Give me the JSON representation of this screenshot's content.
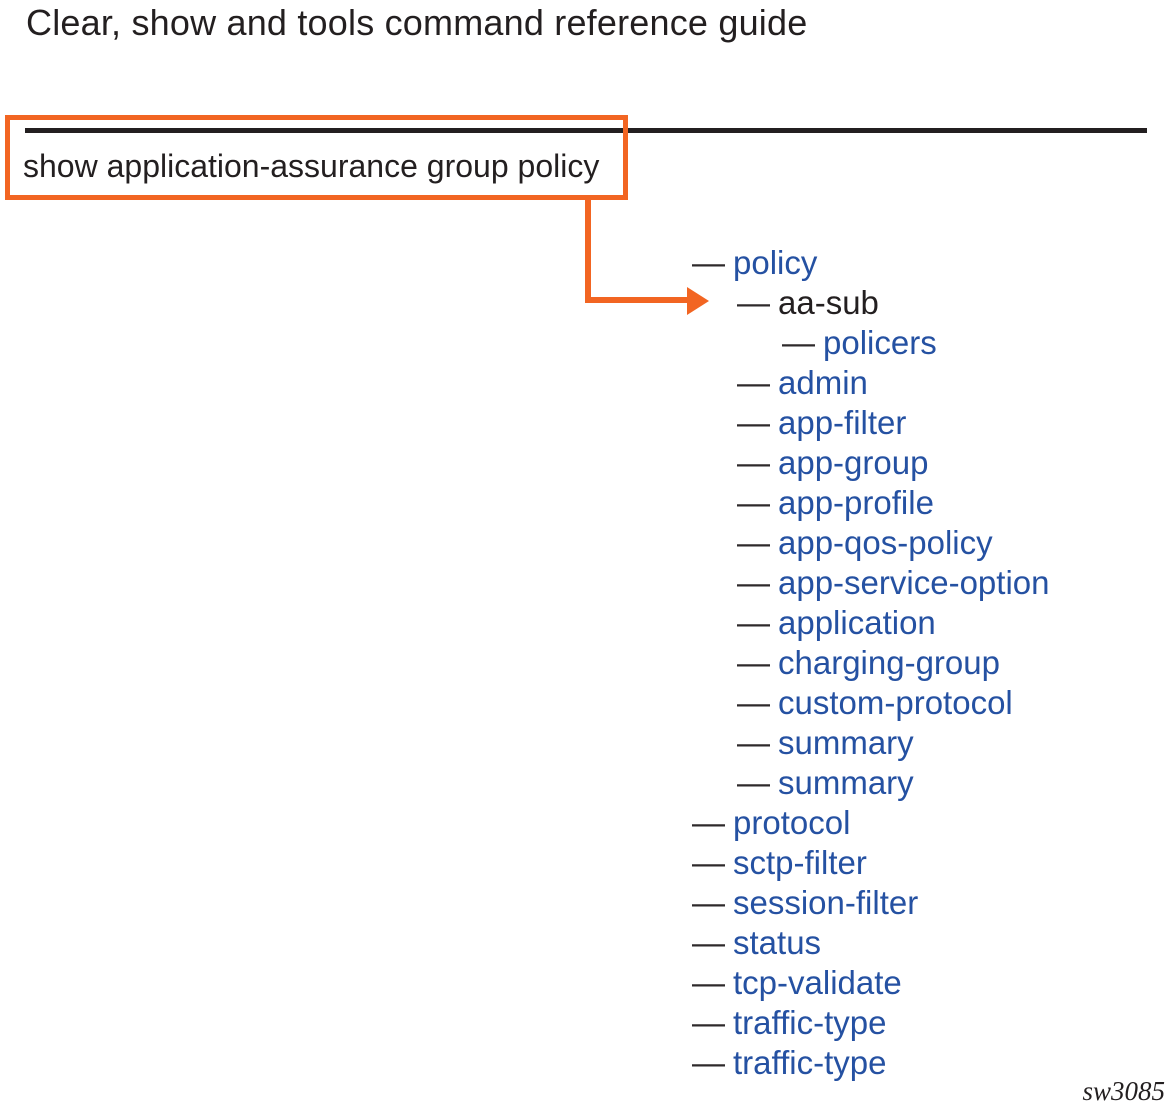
{
  "page": {
    "title": "Clear, show and tools command reference guide",
    "watermark": "sw3085"
  },
  "command_box": {
    "label": "show application-assurance group policy"
  },
  "tree": {
    "dash": "—",
    "items": [
      {
        "label": "policy",
        "level": 0,
        "variant": "link"
      },
      {
        "label": "aa-sub",
        "level": 1,
        "variant": "plain"
      },
      {
        "label": "policers",
        "level": 2,
        "variant": "link"
      },
      {
        "label": "admin",
        "level": 1,
        "variant": "link"
      },
      {
        "label": "app-filter",
        "level": 1,
        "variant": "link"
      },
      {
        "label": "app-group",
        "level": 1,
        "variant": "link"
      },
      {
        "label": "app-profile",
        "level": 1,
        "variant": "link"
      },
      {
        "label": "app-qos-policy",
        "level": 1,
        "variant": "link"
      },
      {
        "label": "app-service-option",
        "level": 1,
        "variant": "link"
      },
      {
        "label": "application",
        "level": 1,
        "variant": "link"
      },
      {
        "label": "charging-group",
        "level": 1,
        "variant": "link"
      },
      {
        "label": "custom-protocol",
        "level": 1,
        "variant": "link"
      },
      {
        "label": "summary",
        "level": 1,
        "variant": "link"
      },
      {
        "label": "summary",
        "level": 1,
        "variant": "link"
      },
      {
        "label": "protocol",
        "level": 0,
        "variant": "link"
      },
      {
        "label": "sctp-filter",
        "level": 0,
        "variant": "link"
      },
      {
        "label": "session-filter",
        "level": 0,
        "variant": "link"
      },
      {
        "label": "status",
        "level": 0,
        "variant": "link"
      },
      {
        "label": "tcp-validate",
        "level": 0,
        "variant": "link"
      },
      {
        "label": "traffic-type",
        "level": 0,
        "variant": "link"
      },
      {
        "label": "traffic-type",
        "level": 0,
        "variant": "link"
      }
    ]
  },
  "colors": {
    "accent_orange": "#F26522",
    "link_blue": "#2551A2",
    "ink": "#231F20"
  }
}
